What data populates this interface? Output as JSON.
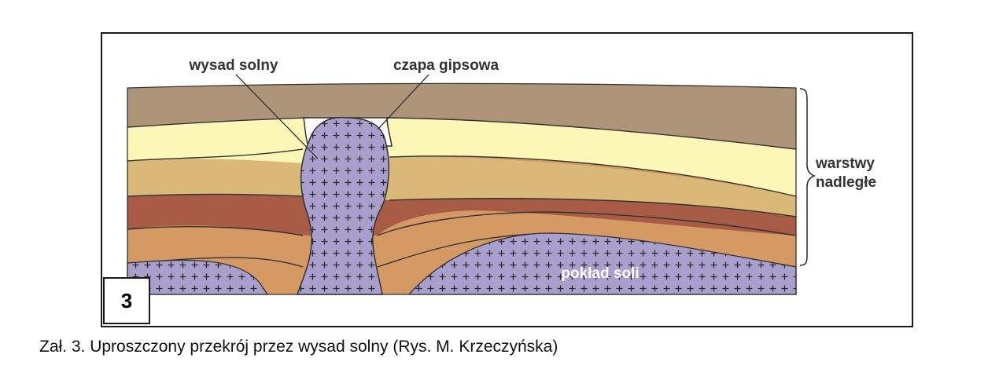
{
  "labels": {
    "salt_diapir": "wysad solny",
    "gypsum_cap": "czapa gipsowa",
    "overlying_layers_line1": "warstwy",
    "overlying_layers_line2": "nadległe",
    "salt_bed": "pokład soli"
  },
  "figure_number": "3",
  "caption": "Zał. 3. Uproszczony przekrój przez wysad solny (Rys. M. Krzeczyńska)",
  "colors": {
    "top_layer": "#ae957a",
    "pale_yellow_layer": "#fcf7b6",
    "sand_layer": "#d9b878",
    "red_brown_layer": "#a85c46",
    "orange_layer": "#d59a64",
    "salt": "#a89fcc",
    "gypsum": "#ffffff",
    "outline": "#333333"
  }
}
